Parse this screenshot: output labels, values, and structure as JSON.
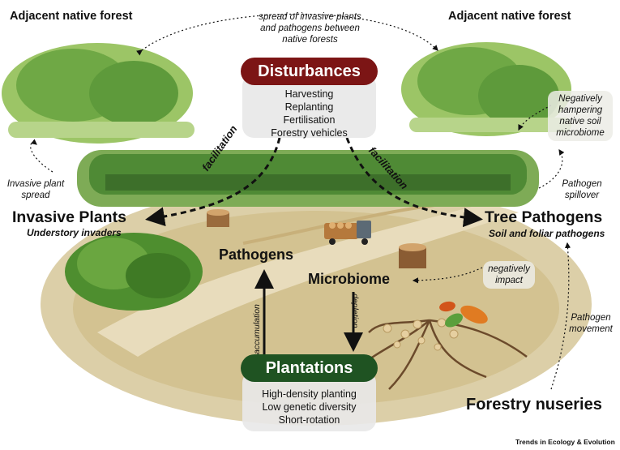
{
  "colors": {
    "disturbances": "#7c1515",
    "plantations": "#1f5322",
    "box_bg": "#e8e8e8",
    "ground": "#d9c9a0",
    "foliage": "#5e9a3b",
    "foliage_light": "#9cc566"
  },
  "forests": {
    "left": "Adjacent native forest",
    "right": "Adjacent native forest"
  },
  "top_note": [
    "spread of invasive plants",
    "and pathogens between",
    "native forests"
  ],
  "disturbances": {
    "title": "Disturbances",
    "items": [
      "Harvesting",
      "Replanting",
      "Fertilisation",
      "Forestry vehicles"
    ]
  },
  "plantations": {
    "title": "Plantations",
    "items": [
      "High-density planting",
      "Low genetic diversity",
      "Short-rotation"
    ]
  },
  "invasive": {
    "title": "Invasive Plants",
    "subtitle": "Understory invaders"
  },
  "pathogens_node": {
    "title": "Tree Pathogens",
    "subtitle": "Soil and foliar pathogens"
  },
  "center": {
    "pathogens": "Pathogens",
    "microbiome": "Microbiome"
  },
  "arrows": {
    "facilitation_left": "facilitation",
    "facilitation_right": "facilitation",
    "accumulation": "accumulation",
    "depletion": "depletion"
  },
  "notes": {
    "invasive_spread": [
      "Invasive plant",
      "spread"
    ],
    "hampering": [
      "Negatively",
      "hampering",
      "native soil",
      "microbiome"
    ],
    "spillover": [
      "Pathogen",
      "spillover"
    ],
    "negative_impact": [
      "negatively",
      "impact"
    ],
    "movement": [
      "Pathogen",
      "movement"
    ]
  },
  "nurseries": "Forestry nuseries",
  "credit": "Trends in Ecology & Evolution"
}
